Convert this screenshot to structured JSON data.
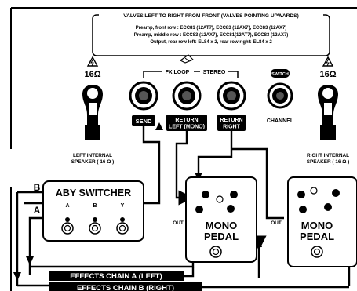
{
  "valves_box": {
    "title": "VALVES LEFT TO RIGHT FROM FRONT (VALVES POINTING UPWARDS)",
    "lines": [
      "Preamp, front row : ECC81 (12AT7), ECC83 (12AX7), ECC83 (12AX7)",
      "Preamp, middle row : ECC83 (12AX7), ECC81(12AT7), ECC83 (12AX7)",
      "Output, rear row left: EL84 x 2, rear row right: EL84 x 2"
    ]
  },
  "speakers": {
    "impedance": "16Ω",
    "left_label": [
      "LEFT INTERNAL",
      "SPEAKER ( 16 Ω )"
    ],
    "right_label": [
      "RIGHT INTERNAL",
      "SPEAKER ( 16 Ω )"
    ]
  },
  "fx_loop": {
    "label": "FX LOOP",
    "stereo_label": "STEREO",
    "send": "SEND",
    "return_left": [
      "RETURN",
      "LEFT (MONO)"
    ],
    "return_right": [
      "RETURN",
      "RIGHT"
    ],
    "channel": "CHANNEL",
    "footswitch_badge": "SWITCH"
  },
  "aby": {
    "title": "ABY SWITCHER",
    "ports": [
      "A",
      "B",
      "Y"
    ],
    "route_a": "A",
    "route_b": "B"
  },
  "pedals": [
    {
      "label": [
        "MONO",
        "PEDAL"
      ],
      "out": "OUT"
    },
    {
      "label": [
        "MONO",
        "PEDAL"
      ],
      "out": "OUT"
    }
  ],
  "chains": {
    "a": "EFFECTS CHAIN A (LEFT)",
    "b": "EFFECTS CHAIN B (RIGHT)"
  }
}
